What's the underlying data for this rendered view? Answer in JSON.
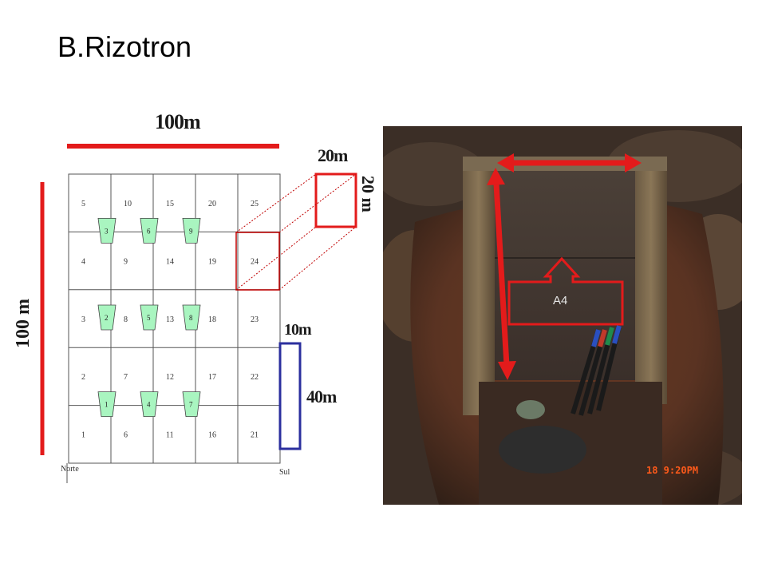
{
  "title": "B.Rizotron",
  "top_width_label": "100m",
  "left_height_label": "100 m",
  "zoom_width_label": "20m",
  "zoom_height_label": "20 m",
  "rhizotron_width_label": "10m",
  "rhizotron_height_label": "40m",
  "north_label": "Norte",
  "south_label": "Sul",
  "grid_cells": [
    {
      "label": "5",
      "col": 0,
      "row": 0
    },
    {
      "label": "10",
      "col": 1,
      "row": 0
    },
    {
      "label": "15",
      "col": 2,
      "row": 0
    },
    {
      "label": "20",
      "col": 3,
      "row": 0
    },
    {
      "label": "25",
      "col": 4,
      "row": 0
    },
    {
      "label": "4",
      "col": 0,
      "row": 1
    },
    {
      "label": "9",
      "col": 1,
      "row": 1
    },
    {
      "label": "14",
      "col": 2,
      "row": 1
    },
    {
      "label": "19",
      "col": 3,
      "row": 1
    },
    {
      "label": "24",
      "col": 4,
      "row": 1
    },
    {
      "label": "3",
      "col": 0,
      "row": 2
    },
    {
      "label": "8",
      "col": 1,
      "row": 2
    },
    {
      "label": "13",
      "col": 2,
      "row": 2
    },
    {
      "label": "18",
      "col": 3,
      "row": 2
    },
    {
      "label": "23",
      "col": 4,
      "row": 2
    },
    {
      "label": "2",
      "col": 0,
      "row": 3
    },
    {
      "label": "7",
      "col": 1,
      "row": 3
    },
    {
      "label": "12",
      "col": 2,
      "row": 3
    },
    {
      "label": "17",
      "col": 3,
      "row": 3
    },
    {
      "label": "22",
      "col": 4,
      "row": 3
    },
    {
      "label": "1",
      "col": 0,
      "row": 4
    },
    {
      "label": "6",
      "col": 1,
      "row": 4
    },
    {
      "label": "11",
      "col": 2,
      "row": 4
    },
    {
      "label": "16",
      "col": 3,
      "row": 4
    },
    {
      "label": "21",
      "col": 4,
      "row": 4
    }
  ],
  "rhizotron_markers": [
    {
      "label": "3",
      "col_line": 1,
      "row_line": 1
    },
    {
      "label": "6",
      "col_line": 2,
      "row_line": 1
    },
    {
      "label": "9",
      "col_line": 3,
      "row_line": 1
    },
    {
      "label": "2",
      "col_line": 1,
      "row_line": 2.5
    },
    {
      "label": "5",
      "col_line": 2,
      "row_line": 2.5
    },
    {
      "label": "8",
      "col_line": 3,
      "row_line": 2.5
    },
    {
      "label": "1",
      "col_line": 1,
      "row_line": 4
    },
    {
      "label": "4",
      "col_line": 2,
      "row_line": 4
    },
    {
      "label": "7",
      "col_line": 3,
      "row_line": 4
    }
  ],
  "photo": {
    "window_label": "A4",
    "timestamp": "18  9:20PM"
  },
  "colors": {
    "red": "#e31b1b",
    "blue": "#2b2f9e",
    "marker_fill": "#a9f5c0"
  }
}
